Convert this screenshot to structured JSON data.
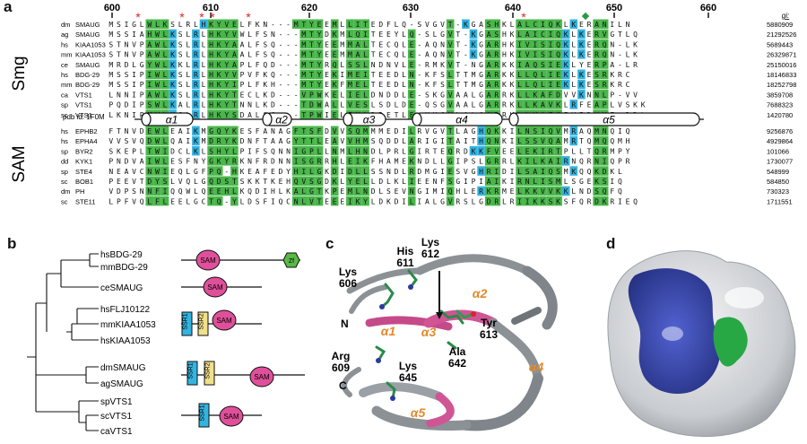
{
  "panels": {
    "a": {
      "letter": "a",
      "ruler": [
        "600",
        "610",
        "620",
        "630",
        "640",
        "650",
        "660"
      ],
      "gi_header": "gi:",
      "groups": [
        "Smg",
        "SAM"
      ],
      "pdb_label": "pdb id: 1F0M",
      "helices": [
        "α1",
        "α2",
        "α3",
        "α4",
        "α5"
      ],
      "smg_rows": [
        {
          "sp": "dm",
          "name": "SMAUG",
          "seq": "MSIGLWLKSLRLHKYVELFKN---MTYEEMLLITEDFLQ-SVGVT-KGASHKLALCIQKLKERANILN",
          "gi": "5880909"
        },
        {
          "sp": "ag",
          "name": "SMAUG",
          "seq": "MSSIAHWLKSLRLHKYVWLFSN---MTYDKMLQITEEYLQ-SLGVT-KGASHKLAICIQKLKERVGTLQ",
          "gi": "21292526"
        },
        {
          "sp": "hs",
          "name": "KIAA1053",
          "seq": "STNVPAWLKSLRLHKYAALFSQ---MTYEEMMALTECQLE-AQNVT-KGARHKIVISIQKLKERQN-LK",
          "gi": "5689443"
        },
        {
          "sp": "mm",
          "name": "KIAA1053",
          "seq": "STNVPAWLKSLRLHKYAALFSQ---MTYEEMMALTECQLE-AQNVT-KGARHKIVISIQKLKERQN-LK",
          "gi": "26329871"
        },
        {
          "sp": "ce",
          "name": "SMAUG",
          "seq": "MRDLGYWLKKLRLHKYAPLFQD---MTYRQLSSLNDNVLE-RMKVT-NGARKKIAQSIEKLYERPA-LR",
          "gi": "25150016"
        },
        {
          "sp": "hs",
          "name": "BDG-29",
          "seq": "MSSIPIWLKSLRLHKYVPVFKQ---MTYEKIMEITEEDLN-KFSLTTMGARKKLLQLIEKLKESRKRC",
          "gi": "18146833"
        },
        {
          "sp": "mm",
          "name": "BDG-29",
          "seq": "MSSIPIWLKSLRLHKYIPLFKH---MTYEKFMELTEEDLN-KFSLTTMGARKKLLQLIEKLKESRKRC",
          "gi": "18252798"
        },
        {
          "sp": "ca",
          "name": "VTS1",
          "seq": "LNNIPAWLKSLRLHKYTECLKD---VPWKELIELDNDDLE-SKGVAALGARRKLLKAFDVVKNNLP-VV",
          "gi": "3859708"
        },
        {
          "sp": "sp",
          "name": "VTS1",
          "seq": "PQDIPSWLKALRLHKYTNNLKD---TDWALLVESLSDLDE-QSGVAALGARRKLLKAVKLRFEAPLVSKK",
          "gi": "7688323"
        },
        {
          "sp": "sc",
          "name": "VTS1",
          "seq": "LKNIPMWLKSLRLHKYSDALSG---TPWIELIYLDDETLE-KKGVLALGARRKLLKAFGIVIDYKE-RDL",
          "gi": "1420780"
        }
      ],
      "sam_rows": [
        {
          "sp": "hs",
          "name": "EPHB2",
          "seq": "FTNVDEWLEAIKMGQYKESFANAGFTSFDVVSQMMMEDILRVGVTLAGHQKKILNSIQVMRAQMNQIQ",
          "gi": "9256876"
        },
        {
          "sp": "hs",
          "name": "EPHA4",
          "seq": "VVSVQDWLQAIKMDRYKDNFTAAGYTTLEAVVHMSQDDLARIGITAITHQNKILSSVQAMRTQMQQMH",
          "gi": "4929864"
        },
        {
          "sp": "sp",
          "name": "BYR2",
          "seq": "SKEPLTWIDCLKLSHYLPIFSQNNIGPLLNMLHNDLPRLGIRTEQRDKKFVEELEKIRTPLLTQRMPY",
          "gi": "101066"
        },
        {
          "sp": "dd",
          "name": "KYK1",
          "seq": "PNDVAIWLESFNYGKYRKNFRDNNISGRRHLEIKFHAMEKNDLLGIPSLGRRLKILKAIRNQRNIQPR",
          "gi": "1730077"
        },
        {
          "sp": "sp",
          "name": "STE4",
          "seq": "NEAVCNWIEQLGFPQ-HKEAFEDYHILGKDIDLLSSNDLRDMGIESVGHRIDILSAIQSMKQQKDKL",
          "gi": "548999"
        },
        {
          "sp": "sc",
          "name": "BOB1",
          "seq": "PEEVTDYSLVQLGQDSTSKKTKEHQVSGDKLYELLDLKLIEENFSGIPIAIKIRNLISMLSGEKSIQ",
          "gi": "584850"
        },
        {
          "sp": "dm",
          "name": "PH",
          "seq": "VDPSNNFIQQWLQEEHLKQDIHLKALGTKPEMLNDLSEVNGIMIQHLERKRMELKKVVKKLNDSQFQ",
          "gi": "730323"
        },
        {
          "sp": "sc",
          "name": "STE11",
          "seq": "LPFVQLFLEELGCTQ-YLDSFIQCNLVTEEEIKYLDKDILIALGVRSLGDRLRIIKKSKSFQRDKRIEQ",
          "gi": "1711551"
        }
      ]
    },
    "b": {
      "letter": "b",
      "leaves": [
        "hsBDG-29",
        "mmBDG-29",
        "ceSMAUG",
        "hsFLJ10122",
        "mmKIAA1053",
        "hsKIAA1053",
        "dmSMAUG",
        "agSMAUG",
        "spVTS1",
        "scVTS1",
        "caVTS1"
      ],
      "domain_sam": "SAM",
      "domain_ssr1": "SSR1",
      "domain_ssr2": "SSR2",
      "domain_zf": "Zf"
    },
    "c": {
      "letter": "c",
      "labels": {
        "lys606": "Lys\n606",
        "his611": "His\n611",
        "lys612": "Lys\n612",
        "tyr613": "Tyr\n613",
        "arg609": "Arg\n609",
        "ala642": "Ala\n642",
        "lys645": "Lys\n645",
        "n": "N",
        "c": "C"
      },
      "helix_labels": [
        "α1",
        "α2",
        "α3",
        "α4",
        "α5"
      ]
    },
    "d": {
      "letter": "d"
    }
  },
  "colors": {
    "green": "#49b64a",
    "cyan": "#33b3e0",
    "red": "#d9262a",
    "magenta": "#e0509a",
    "ssr1": "#33b3e0",
    "ssr2": "#f1e08a",
    "zf": "#58b947",
    "surface_blue": "#2b3aa0",
    "surface_green": "#27a845",
    "ribbon_gray": "#8c9196",
    "helix_orange": "#e38a2c"
  }
}
